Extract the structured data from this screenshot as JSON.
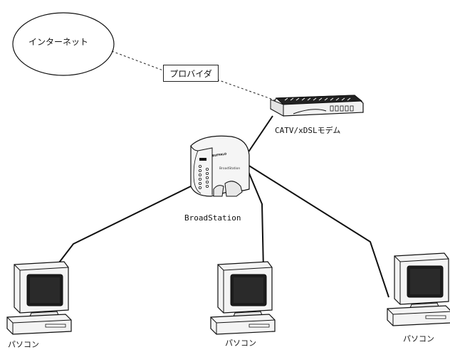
{
  "diagram": {
    "internet": "インターネット",
    "provider": "プロバイダ",
    "modem": "CATV/xDSLモデム",
    "router": "BroadStation",
    "router_brand": "BUFFALO",
    "router_model": "BroadStation",
    "pcs": [
      "パソコン",
      "パソコン",
      "パソコン"
    ]
  }
}
